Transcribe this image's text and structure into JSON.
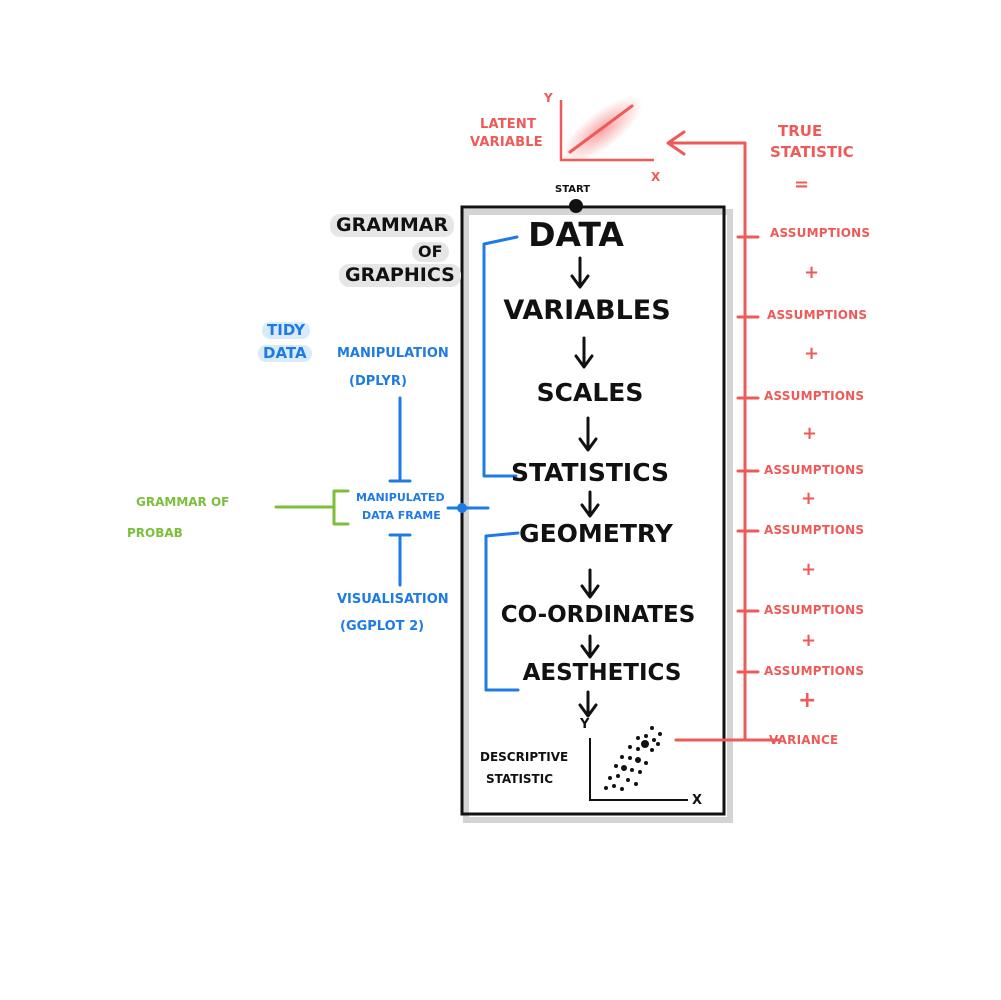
{
  "latent": {
    "label_line1": "LATENT",
    "label_line2": "VARIABLE",
    "axis_y": "Y",
    "axis_x": "X"
  },
  "true_statistic": {
    "line1": "TRUE",
    "line2": "STATISTIC",
    "equals": "="
  },
  "start_label": "START",
  "grammar_of_graphics": {
    "line1": "GRAMMAR",
    "line2": "OF",
    "line3": "GRAPHICS"
  },
  "steps": [
    "DATA",
    "VARIABLES",
    "SCALES",
    "STATISTICS",
    "GEOMETRY",
    "CO-ORDINATES",
    "AESTHETICS"
  ],
  "assumptions": [
    "ASSUMPTIONS",
    "ASSUMPTIONS",
    "ASSUMPTIONS",
    "ASSUMPTIONS",
    "ASSUMPTIONS",
    "ASSUMPTIONS",
    "ASSUMPTIONS"
  ],
  "plus_sign": "+",
  "variance": "VARIANCE",
  "tidy_data": {
    "line1": "TIDY",
    "line2": "DATA"
  },
  "manipulation": {
    "line1": "MANIPULATION",
    "line2": "(DPLYR)"
  },
  "manipulated_frame": {
    "line1": "MANIPULATED",
    "line2": "DATA FRAME"
  },
  "visualisation": {
    "line1": "VISUALISATION",
    "line2": "(GGPLOT 2)"
  },
  "grammar_of_probab": {
    "line1": "GRAMMAR OF",
    "line2": "PROBAB"
  },
  "descriptive_statistic": {
    "line1": "DESCRIPTIVE",
    "line2": "STATISTIC"
  },
  "scatter_axes": {
    "y": "Y",
    "x": "X"
  },
  "colors": {
    "ink": "#111111",
    "red": "#ee5a57",
    "blue": "#1e7be6",
    "green": "#7bbf3a",
    "shadow": "#d4d4d4"
  }
}
